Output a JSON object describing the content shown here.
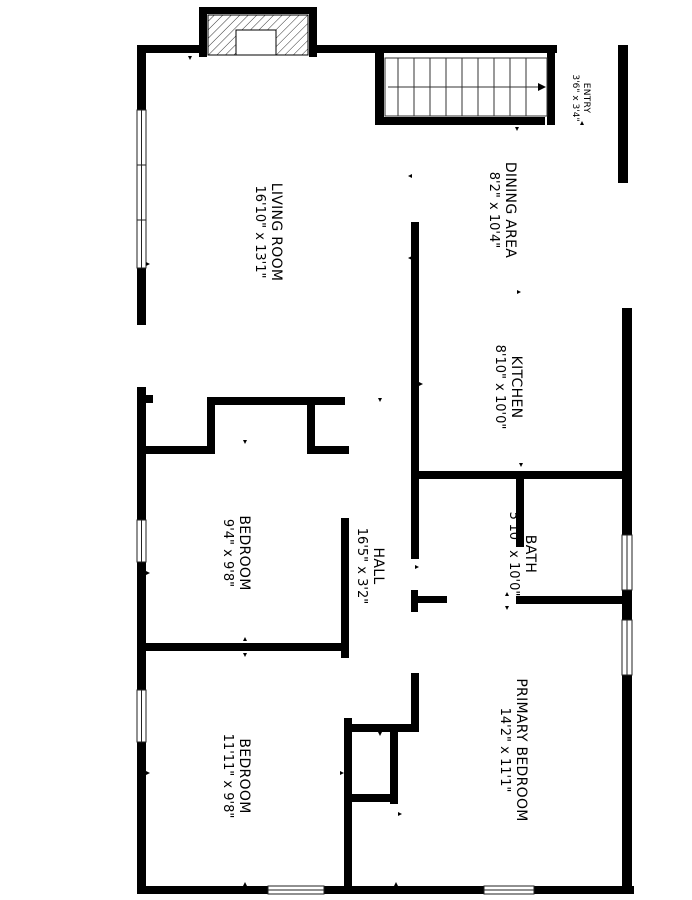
{
  "rooms": {
    "entry": {
      "name": "ENTRY",
      "dims": "3'6\" x 3'4\""
    },
    "dining": {
      "name": "DINING AREA",
      "dims": "8'2\" x 10'4\""
    },
    "living": {
      "name": "LIVING ROOM",
      "dims": "16'10\" x 13'1\""
    },
    "kitchen": {
      "name": "KITCHEN",
      "dims": "8'10\" x 10'0\""
    },
    "bath": {
      "name": "BATH",
      "dims": "5'10\" x 10'0\""
    },
    "hall": {
      "name": "HALL",
      "dims": "16'5\" x 3'2\""
    },
    "bedroom1": {
      "name": "BEDROOM",
      "dims": "9'4\" x 9'8\""
    },
    "bedroom2": {
      "name": "BEDROOM",
      "dims": "11'11\" x 9'8\""
    },
    "primary": {
      "name": "PRIMARY BEDROOM",
      "dims": "14'2\" x 11'1\""
    }
  },
  "colors": {
    "wall": "#000000",
    "background": "#ffffff",
    "hatch": "#333333"
  }
}
